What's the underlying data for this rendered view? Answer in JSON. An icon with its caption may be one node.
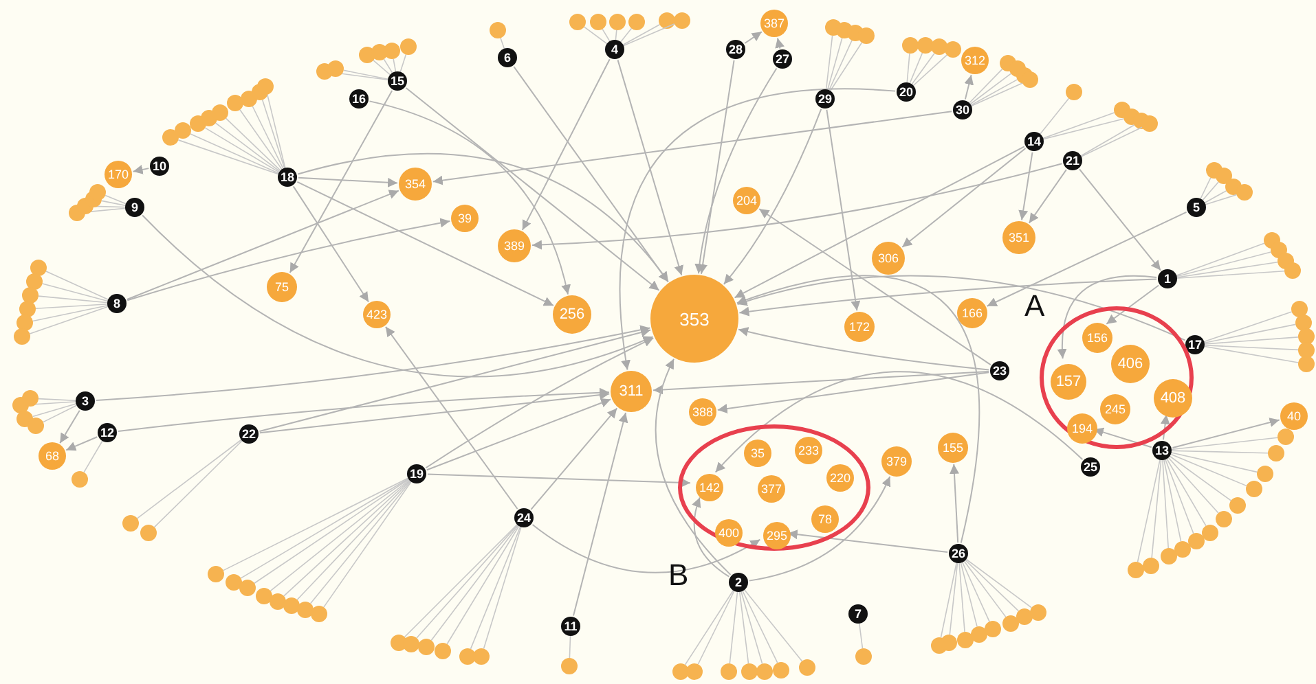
{
  "diagram": {
    "nodes": [
      {
        "text": [
          "4"
        ]
      },
      {
        "text": [
          "6"
        ]
      },
      {
        "text": [
          "16"
        ]
      },
      {
        "text": [
          "15"
        ]
      },
      {
        "text": [
          "10"
        ]
      },
      {
        "text": [
          "9"
        ]
      },
      {
        "text": [
          "18"
        ]
      },
      {
        "text": [
          "8"
        ]
      },
      {
        "text": [
          "3"
        ]
      },
      {
        "text": [
          "12"
        ]
      },
      {
        "text": [
          "22"
        ]
      },
      {
        "text": [
          "19"
        ]
      },
      {
        "text": [
          "24"
        ]
      },
      {
        "text": [
          "11"
        ]
      },
      {
        "text": [
          "2"
        ]
      },
      {
        "text": [
          "7"
        ]
      },
      {
        "text": [
          "26"
        ]
      },
      {
        "text": [
          "28"
        ]
      },
      {
        "text": [
          "27"
        ]
      },
      {
        "text": [
          "29"
        ]
      },
      {
        "text": [
          "20"
        ]
      },
      {
        "text": [
          "30"
        ]
      },
      {
        "text": [
          "14"
        ]
      },
      {
        "text": [
          "21"
        ]
      },
      {
        "text": [
          "5"
        ]
      },
      {
        "text": [
          "1"
        ]
      },
      {
        "text": [
          "17"
        ]
      },
      {
        "text": [
          "23"
        ]
      },
      {
        "text": [
          "13"
        ]
      },
      {
        "text": [
          "25"
        ]
      },
      {
        "text": [
          "353"
        ]
      },
      {
        "text": [
          "354"
        ]
      },
      {
        "text": [
          "39"
        ]
      },
      {
        "text": [
          "389"
        ]
      },
      {
        "text": [
          "75"
        ]
      },
      {
        "text": [
          "423"
        ]
      },
      {
        "text": [
          "256"
        ]
      },
      {
        "text": [
          "311"
        ]
      },
      {
        "text": [
          "170"
        ]
      },
      {
        "text": [
          "68"
        ]
      },
      {
        "text": [
          "204"
        ]
      },
      {
        "text": [
          "306"
        ]
      },
      {
        "text": [
          "351"
        ]
      },
      {
        "text": [
          "166"
        ]
      },
      {
        "text": [
          "172"
        ]
      },
      {
        "text": [
          "388"
        ]
      },
      {
        "text": [
          "155"
        ]
      },
      {
        "text": [
          "379"
        ]
      },
      {
        "text": [
          "387"
        ]
      },
      {
        "text": [
          "312"
        ]
      },
      {
        "text": [
          "40"
        ]
      },
      {
        "text": [
          "A"
        ]
      },
      {
        "text": [
          "156"
        ],
        "in": 51
      },
      {
        "text": [
          "406"
        ],
        "in": 51
      },
      {
        "text": [
          "157"
        ],
        "in": 51
      },
      {
        "text": [
          "408"
        ],
        "in": 51
      },
      {
        "text": [
          "245"
        ],
        "in": 51
      },
      {
        "text": [
          "194"
        ],
        "in": 51
      },
      {
        "text": [
          "B"
        ]
      },
      {
        "text": [
          "35"
        ],
        "in": 58
      },
      {
        "text": [
          "233"
        ],
        "in": 58
      },
      {
        "text": [
          "142"
        ],
        "in": 58
      },
      {
        "text": [
          "377"
        ],
        "in": 58
      },
      {
        "text": [
          "220"
        ],
        "in": 58
      },
      {
        "text": [
          "78"
        ],
        "in": 58
      },
      {
        "text": [
          "400"
        ],
        "in": 58
      },
      {
        "text": [
          "295"
        ],
        "in": 58
      }
    ],
    "edges": [
      {
        "from": 0,
        "to": 33,
        "arrow": "to"
      },
      {
        "from": 0,
        "to": 30,
        "arrow": "to"
      },
      {
        "from": 1,
        "to": 30,
        "arrow": "to"
      },
      {
        "from": 3,
        "to": 34,
        "arrow": "to"
      },
      {
        "from": 3,
        "to": 30,
        "arrow": "to"
      },
      {
        "from": 2,
        "to": 36,
        "arrow": "to"
      },
      {
        "from": 6,
        "to": 31,
        "arrow": "to"
      },
      {
        "from": 6,
        "to": 35,
        "arrow": "to"
      },
      {
        "from": 6,
        "to": 30,
        "arrow": "to"
      },
      {
        "from": 6,
        "to": 36,
        "arrow": "to"
      },
      {
        "from": 4,
        "to": 38,
        "arrow": "to"
      },
      {
        "from": 5,
        "to": 30,
        "arrow": "to"
      },
      {
        "from": 7,
        "to": 31,
        "arrow": "to"
      },
      {
        "from": 7,
        "to": 32,
        "arrow": "to"
      },
      {
        "from": 17,
        "to": 30,
        "arrow": "to"
      },
      {
        "from": 18,
        "to": 30,
        "arrow": "to"
      },
      {
        "from": 17,
        "to": 48,
        "arrow": "to"
      },
      {
        "from": 18,
        "to": 48,
        "arrow": "to"
      },
      {
        "from": 19,
        "to": 30,
        "arrow": "to"
      },
      {
        "from": 19,
        "to": 44,
        "arrow": "to"
      },
      {
        "from": 21,
        "to": 31,
        "arrow": "to"
      },
      {
        "from": 21,
        "to": 49,
        "arrow": "to"
      },
      {
        "from": 20,
        "to": 37,
        "arrow": "to"
      },
      {
        "from": 22,
        "to": 41,
        "arrow": "to"
      },
      {
        "from": 22,
        "to": 42,
        "arrow": "to"
      },
      {
        "from": 22,
        "to": 30,
        "arrow": "to"
      },
      {
        "from": 23,
        "to": 42,
        "arrow": "to"
      },
      {
        "from": 23,
        "to": 25,
        "arrow": "to"
      },
      {
        "from": 23,
        "to": 33,
        "arrow": "to"
      },
      {
        "from": 24,
        "to": 43,
        "arrow": "to"
      },
      {
        "from": 25,
        "to": 30,
        "arrow": "to"
      },
      {
        "from": 25,
        "to": 52,
        "arrow": "to"
      },
      {
        "from": 25,
        "to": 54,
        "arrow": "to"
      },
      {
        "from": 26,
        "to": 30,
        "arrow": "to"
      },
      {
        "from": 27,
        "to": 30,
        "arrow": "to"
      },
      {
        "from": 27,
        "to": 37,
        "arrow": "to"
      },
      {
        "from": 27,
        "to": 40,
        "arrow": "to"
      },
      {
        "from": 28,
        "to": 55,
        "arrow": "to"
      },
      {
        "from": 28,
        "to": 57,
        "arrow": "to"
      },
      {
        "from": 28,
        "to": 50,
        "arrow": "to"
      },
      {
        "from": 29,
        "to": 61,
        "arrow": "to"
      },
      {
        "from": 11,
        "to": 37,
        "arrow": "to"
      },
      {
        "from": 11,
        "to": 61,
        "arrow": "to"
      },
      {
        "from": 11,
        "to": 30,
        "arrow": "to"
      },
      {
        "from": 10,
        "to": 37,
        "arrow": "to"
      },
      {
        "from": 10,
        "to": 30,
        "arrow": "to"
      },
      {
        "from": 8,
        "to": 30,
        "arrow": "to"
      },
      {
        "from": 8,
        "to": 39,
        "arrow": "to"
      },
      {
        "from": 9,
        "to": 39,
        "arrow": "to"
      },
      {
        "from": 9,
        "to": 37,
        "arrow": "to"
      },
      {
        "from": 12,
        "to": 37,
        "arrow": "to"
      },
      {
        "from": 12,
        "to": 66,
        "arrow": "to"
      },
      {
        "from": 12,
        "to": 35,
        "arrow": "to"
      },
      {
        "from": 13,
        "to": 37,
        "arrow": "to"
      },
      {
        "from": 14,
        "to": 61,
        "arrow": "to"
      },
      {
        "from": 14,
        "to": 47,
        "arrow": "to"
      },
      {
        "from": 14,
        "to": 30,
        "arrow": "to"
      },
      {
        "from": 16,
        "to": 46,
        "arrow": "to"
      },
      {
        "from": 16,
        "to": 66,
        "arrow": "to"
      },
      {
        "from": 16,
        "to": 30,
        "arrow": "to"
      },
      {
        "from": 27,
        "to": 45,
        "arrow": "to"
      }
    ]
  }
}
